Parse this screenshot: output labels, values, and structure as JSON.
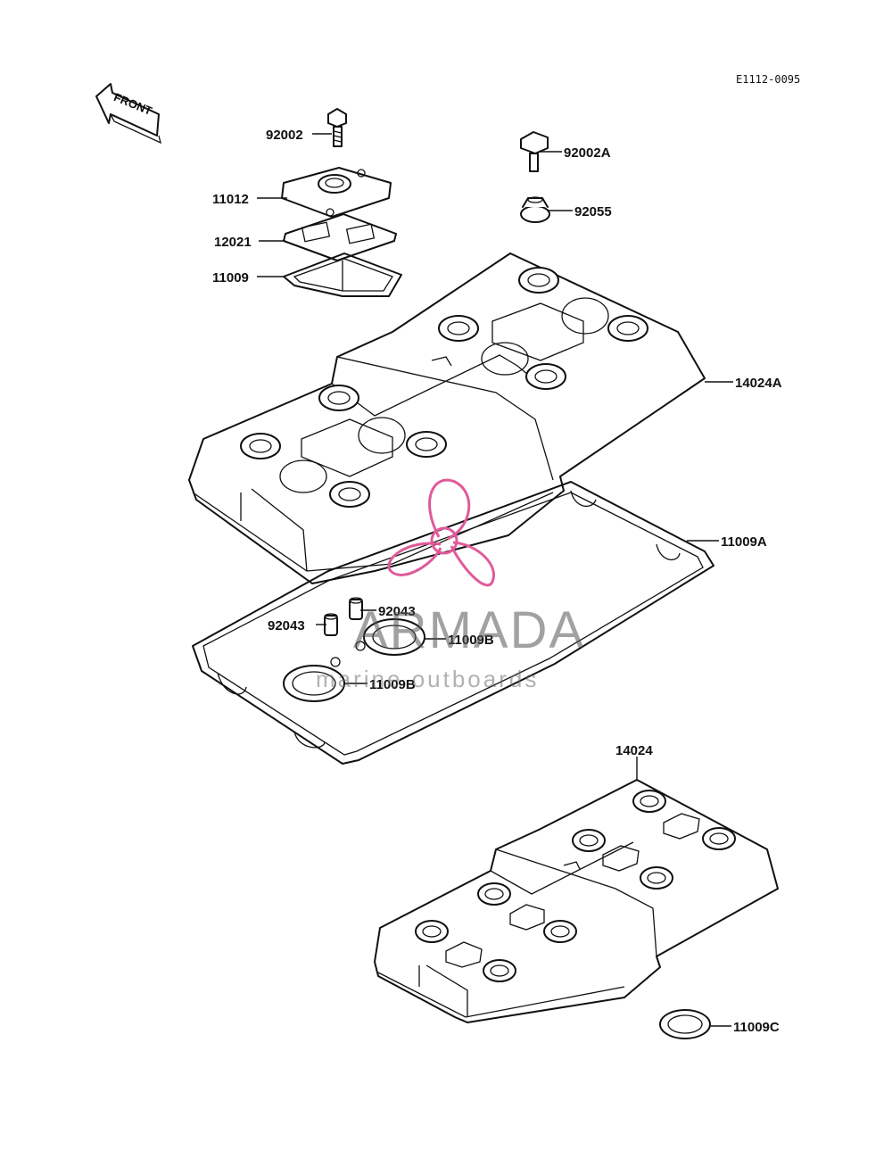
{
  "diagram": {
    "code": "E1112-0095",
    "front_label": "FRONT",
    "watermark": {
      "title": "ARMADA",
      "subtitle": "marine outboards",
      "color": "#e05a9a"
    },
    "parts": [
      {
        "id": "92002",
        "label": "92002"
      },
      {
        "id": "92002A",
        "label": "92002A"
      },
      {
        "id": "11012",
        "label": "11012"
      },
      {
        "id": "92055",
        "label": "92055"
      },
      {
        "id": "12021",
        "label": "12021"
      },
      {
        "id": "11009",
        "label": "11009"
      },
      {
        "id": "14024A",
        "label": "14024A"
      },
      {
        "id": "11009A",
        "label": "11009A"
      },
      {
        "id": "92043a",
        "label": "92043"
      },
      {
        "id": "92043b",
        "label": "92043"
      },
      {
        "id": "11009Ba",
        "label": "11009B"
      },
      {
        "id": "11009Bb",
        "label": "11009B"
      },
      {
        "id": "14024",
        "label": "14024"
      },
      {
        "id": "11009C",
        "label": "11009C"
      }
    ]
  }
}
